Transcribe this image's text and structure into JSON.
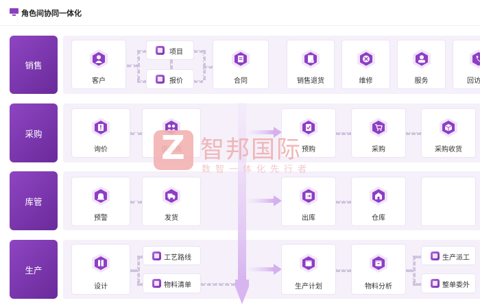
{
  "header": {
    "title": "角色间协同一体化",
    "icon": "monitor-icon"
  },
  "rows": {
    "sales": {
      "label": "销售",
      "customer": "客户",
      "project": "项目",
      "quote": "报价",
      "contract": "合同",
      "returns": "销售退货",
      "repair": "维修",
      "service": "服务",
      "visit": "回访"
    },
    "purchase": {
      "label": "采购",
      "inquiry": "询价",
      "supplier": "供应商",
      "prepay": "预购",
      "purchase": "采购",
      "receipt": "采购收货"
    },
    "warehouse": {
      "label": "库管",
      "alert": "预警",
      "ship": "发货",
      "outbound": "出库",
      "storage": "仓库"
    },
    "production": {
      "label": "生产",
      "design": "设计",
      "routing": "工艺路线",
      "bom": "物料清单",
      "plan": "生产计划",
      "analysis": "物料分析",
      "dispatch": "生产派工",
      "outsource": "整单委外"
    }
  },
  "watermark": {
    "logo_letter": "Z",
    "title": "智邦国际",
    "subtitle": "数智一体化先行者"
  },
  "colors": {
    "accent": "#7b33ad",
    "row_label": "#8a40bd",
    "row_bg": "#f5f0fa",
    "watermark": "#efb0b0"
  }
}
